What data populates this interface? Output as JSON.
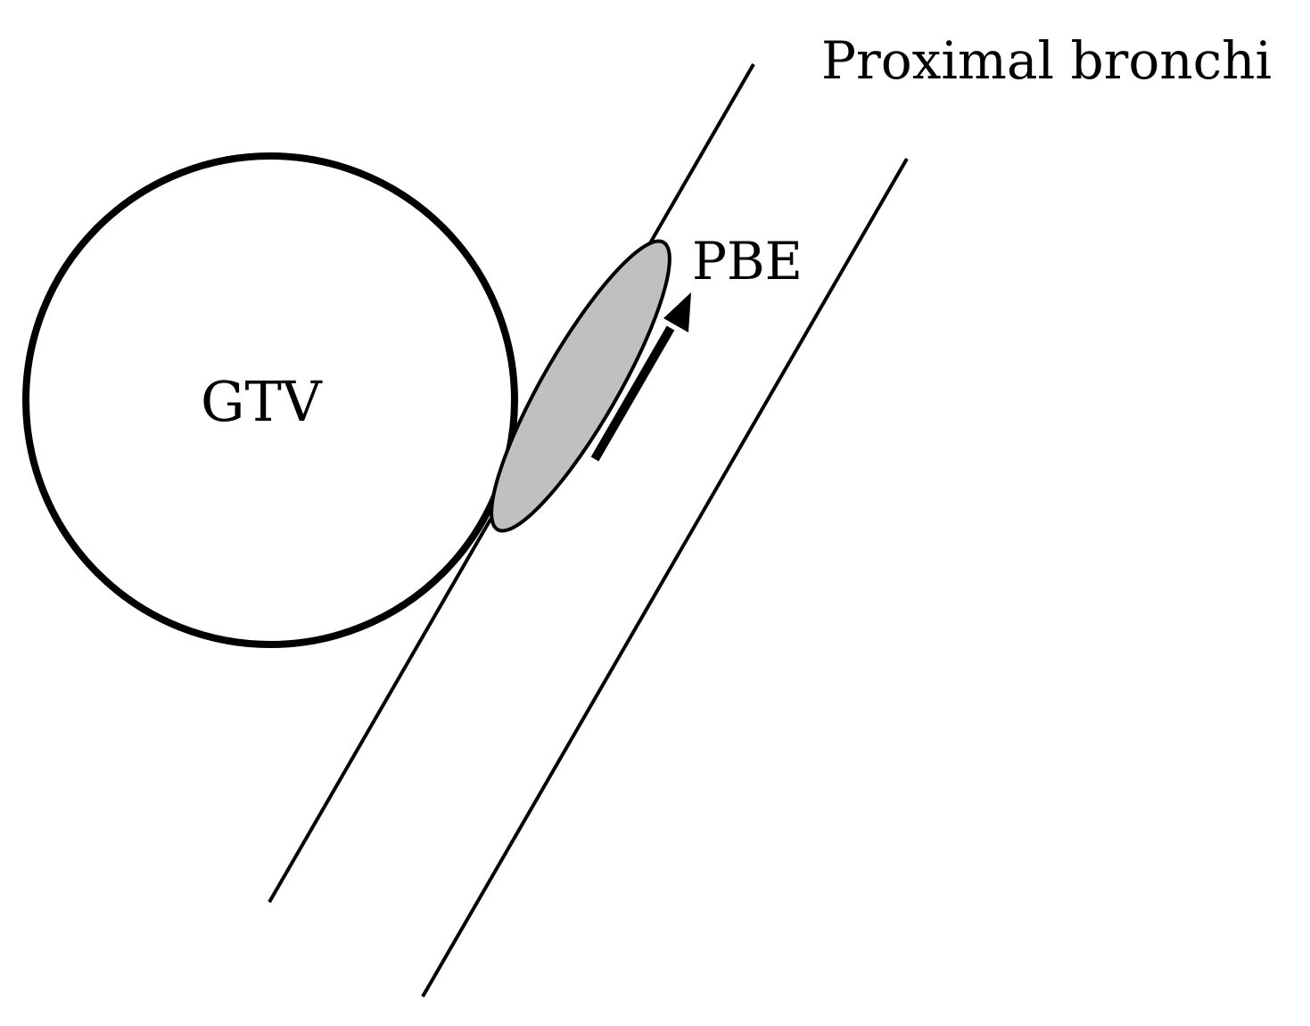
{
  "diagram": {
    "labels": {
      "proximal_bronchi": "Proximal bronchi",
      "pbe": "PBE",
      "gtv": "GTV"
    },
    "colors": {
      "stroke": "#000000",
      "pbe_fill": "#c0c0c0",
      "background": "#ffffff"
    }
  }
}
